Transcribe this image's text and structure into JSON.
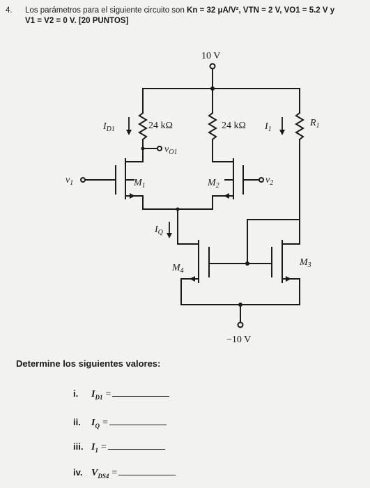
{
  "problem": {
    "number": "4.",
    "line1_prefix": "Los parámetros para el siguiente circuito son ",
    "line1_params": "Kn = 32 μA/V², VTN = 2 V, VO1 = 5.2 V y",
    "line2": "V1 = V2 = 0 V.  [20 PUNTOS]"
  },
  "circuit": {
    "vdd_label": "10 V",
    "vss_label": "−10 V",
    "id1_label": "I",
    "id1_sub": "D1",
    "r1_label": "24 kΩ",
    "r2_label": "24 kΩ",
    "vo1_label": "v",
    "vo1_sub": "O1",
    "i1_label": "I",
    "i1_sub": "1",
    "rr1_label": "R",
    "rr1_sub": "1",
    "v1_label": "v",
    "v1_sub": "1",
    "v2_label": "v",
    "v2_sub": "2",
    "m1_label": "M",
    "m1_sub": "1",
    "m2_label": "M",
    "m2_sub": "2",
    "iq_label": "I",
    "iq_sub": "Q",
    "m3_label": "M",
    "m3_sub": "3",
    "m4_label": "M",
    "m4_sub": "4"
  },
  "section_title": "Determine los siguientes valores:",
  "questions": [
    {
      "roman": "i.",
      "var": "I",
      "sub": "D1",
      "eq": "="
    },
    {
      "roman": "ii.",
      "var": "I",
      "sub": "Q",
      "eq": "="
    },
    {
      "roman": "iii.",
      "var": "I",
      "sub": "1",
      "eq": "="
    },
    {
      "roman": "iv.",
      "var": "V",
      "sub": "DS4",
      "eq": "="
    }
  ]
}
